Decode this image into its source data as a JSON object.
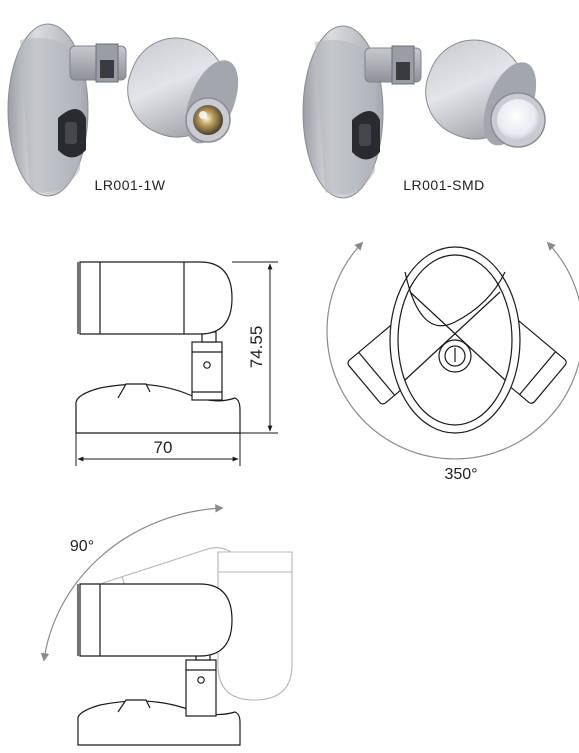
{
  "products": [
    {
      "model": "LR001-1W"
    },
    {
      "model": "LR001-SMD"
    }
  ],
  "dimensions": {
    "height_label": "74.55",
    "width_label": "70"
  },
  "rotation": {
    "swivel_label": "350°",
    "tilt_label": "90°"
  },
  "colors": {
    "metal_light": "#d4d6da",
    "metal_mid": "#a9acb2",
    "metal_dark": "#7d8086",
    "line": "#1a1a1a",
    "arrow": "#8a8a8a",
    "ghost": "#b5b5b5"
  }
}
